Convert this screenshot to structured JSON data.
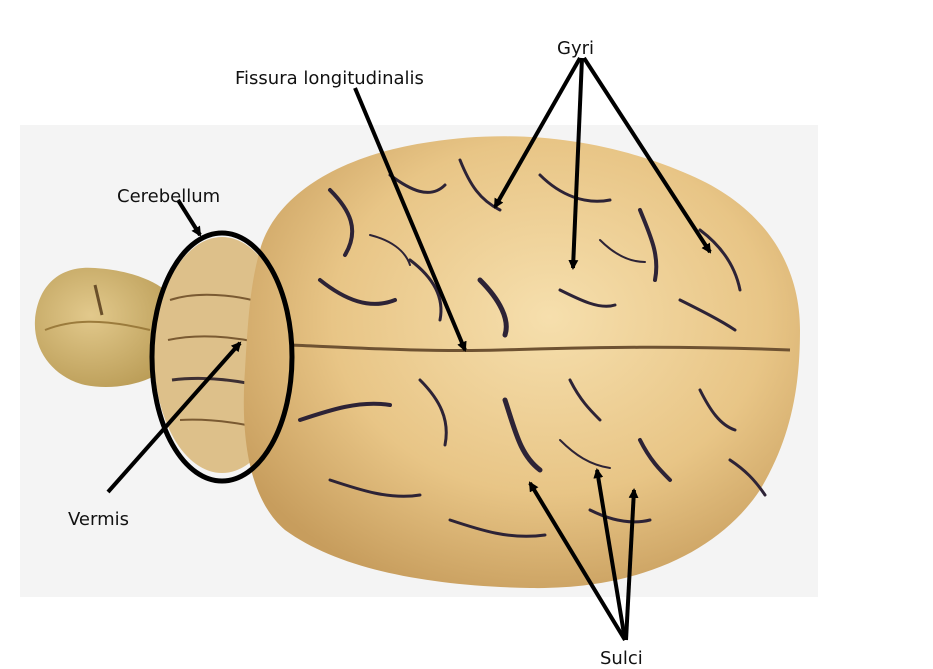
{
  "labels": {
    "gyri": "Gyri",
    "fissura": "Fissura longitudinalis",
    "cerebellum": "Cerebellum",
    "vermis": "Vermis",
    "sulci": "Sulci"
  },
  "colors": {
    "background": "#ffffff",
    "photo_background": "#f4f4f4",
    "brain_tissue": "#e7c585",
    "brain_highlight": "#f3d9a2",
    "brain_shadow": "#c9a160",
    "sulcus_dark": "#2d2336",
    "annotation": "#000000"
  }
}
